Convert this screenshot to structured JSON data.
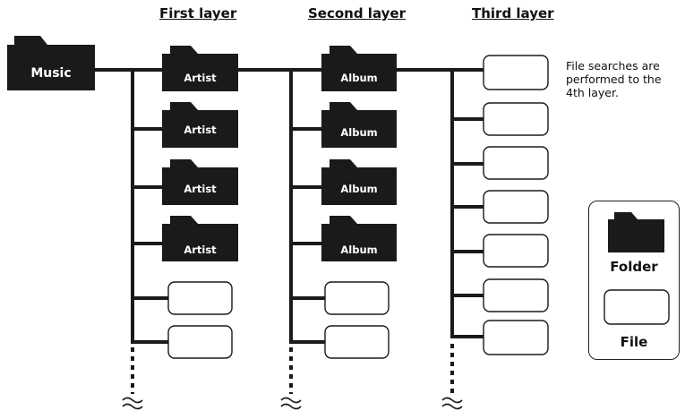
{
  "headers": {
    "first": "First layer",
    "second": "Second layer",
    "third": "Third layer"
  },
  "root_folder": "Music",
  "layer1_folder_label": "Artist",
  "layer2_folder_label": "Album",
  "note": "File searches are performed to the 4th layer.",
  "legend": {
    "folder": "Folder",
    "file": "File"
  },
  "colors": {
    "ink": "#1a1a1a",
    "folder_fill": "#1a1a1a",
    "file_fill": "#ffffff"
  },
  "icons": [
    "folder-icon",
    "file-icon",
    "continuation-wave-icon"
  ]
}
